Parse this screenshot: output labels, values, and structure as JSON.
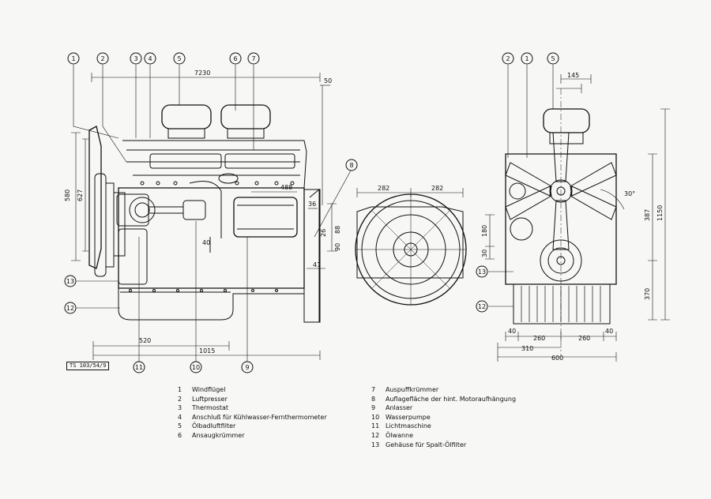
{
  "callouts_side": [
    "1",
    "2",
    "3",
    "4",
    "5",
    "6",
    "7"
  ],
  "callouts_bottom": [
    "11",
    "10",
    "9"
  ],
  "callouts_left": [
    "13",
    "12"
  ],
  "callout_right_view": [
    "2",
    "1",
    "5"
  ],
  "callouts_right_left": [
    "13",
    "12"
  ],
  "callout_8": "8",
  "dimensions_side": {
    "total_length": "7230",
    "d50": "50",
    "d580": "580",
    "d627": "627",
    "d488": "488",
    "d40": "40",
    "d36": "36",
    "d26": "26",
    "d88": "88",
    "d90": "90",
    "d41": "41",
    "d520": "520",
    "d1015": "1015"
  },
  "dimensions_front": {
    "left": "282",
    "right": "282"
  },
  "dimensions_rear": {
    "d145": "145",
    "d180": "180",
    "d30": "30",
    "d387": "387",
    "d1150": "1150",
    "d370": "370",
    "d40a": "40",
    "d260a": "260",
    "d260b": "260",
    "d40b": "40",
    "d310": "310",
    "d600": "600",
    "angle": "30°"
  },
  "drawing_number": "TS 103/54/9",
  "legend_left": [
    {
      "num": "1",
      "text": "Windflügel"
    },
    {
      "num": "2",
      "text": "Luftpresser"
    },
    {
      "num": "3",
      "text": "Thermostat"
    },
    {
      "num": "4",
      "text": "Anschluß für Kühlwasser-Fernthermometer"
    },
    {
      "num": "5",
      "text": "Ölbadluftfilter"
    },
    {
      "num": "6",
      "text": "Ansaugkrümmer"
    }
  ],
  "legend_right": [
    {
      "num": "7",
      "text": "Auspuffkrümmer"
    },
    {
      "num": "8",
      "text": "Auflagefläche der hint. Motoraufhängung"
    },
    {
      "num": "9",
      "text": "Anlasser"
    },
    {
      "num": "10",
      "text": "Wasserpumpe"
    },
    {
      "num": "11",
      "text": "Lichtmaschine"
    },
    {
      "num": "12",
      "text": "Ölwanne"
    },
    {
      "num": "13",
      "text": "Gehäuse für Spalt-Ölfilter"
    }
  ]
}
